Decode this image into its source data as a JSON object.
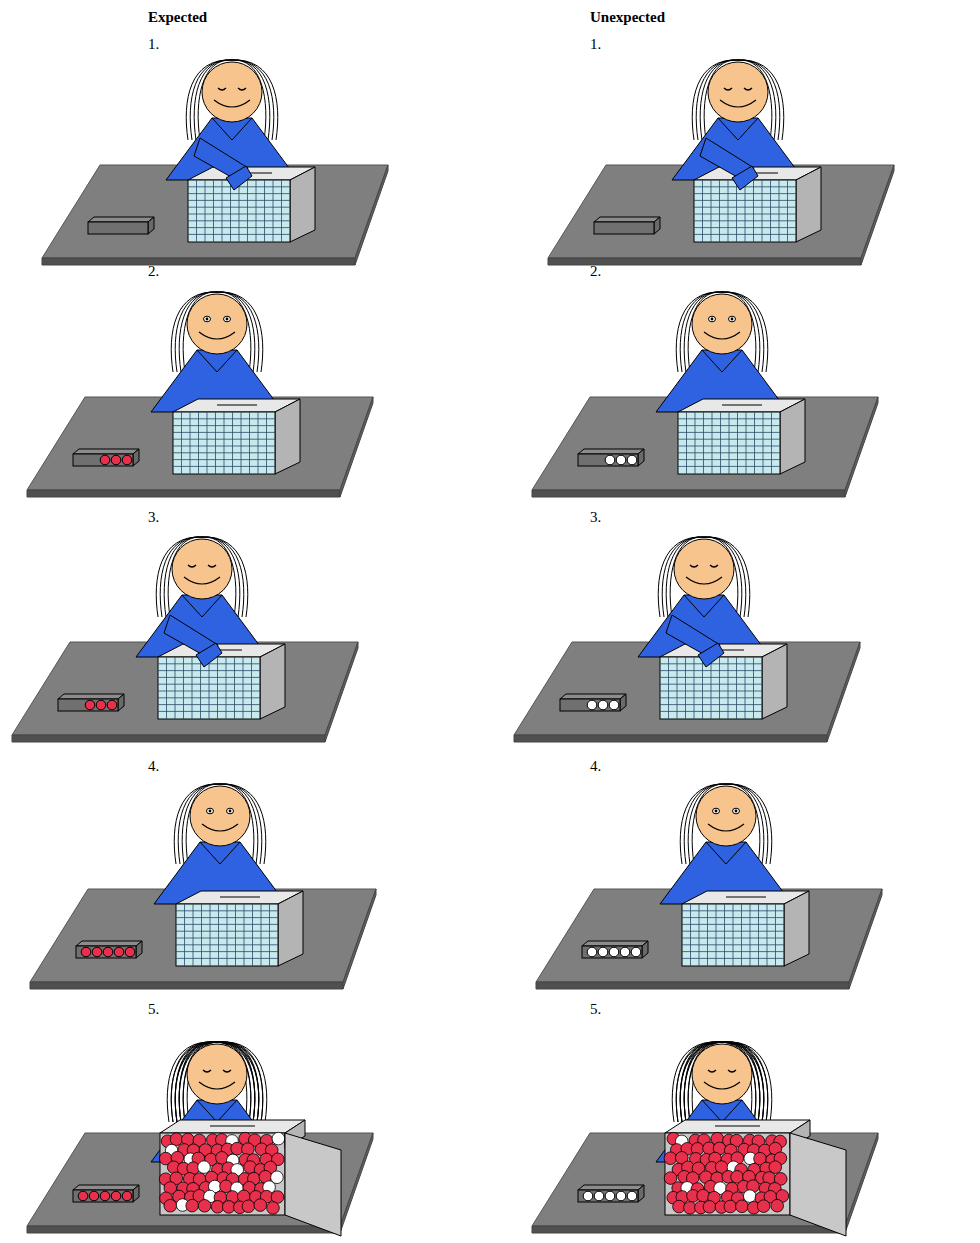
{
  "diagram": {
    "labels": [
      "Expected",
      "1.",
      "2.",
      "3.",
      "4.",
      "5.",
      "Unexpected",
      "1.",
      "2.",
      "3.",
      "4.",
      "5."
    ]
  }
}
